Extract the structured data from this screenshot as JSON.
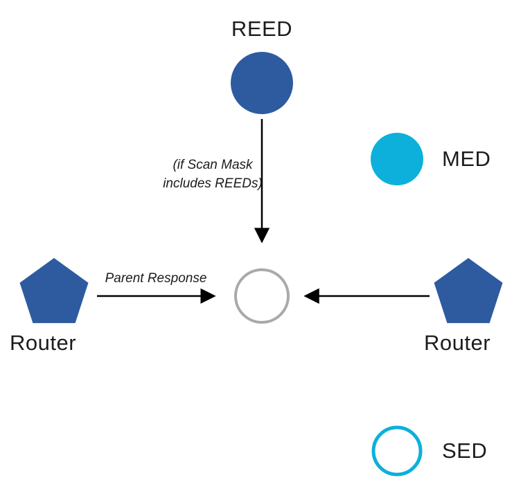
{
  "colors": {
    "node_blue": "#2e5b9f",
    "node_cyan": "#0cb0db",
    "joiner_stroke_gray": "#a9a9a9",
    "arrow_black": "#000000",
    "shape_fill_white": "#ffffff"
  },
  "legend": {
    "reed_label": "REED",
    "med_label": "MED",
    "sed_label": "SED",
    "router_left_label": "Router",
    "router_right_label": "Router"
  },
  "annotations": {
    "scan_mask_line1": "(if Scan Mask",
    "scan_mask_line2": "includes REEDs)",
    "parent_response": "Parent Response"
  }
}
